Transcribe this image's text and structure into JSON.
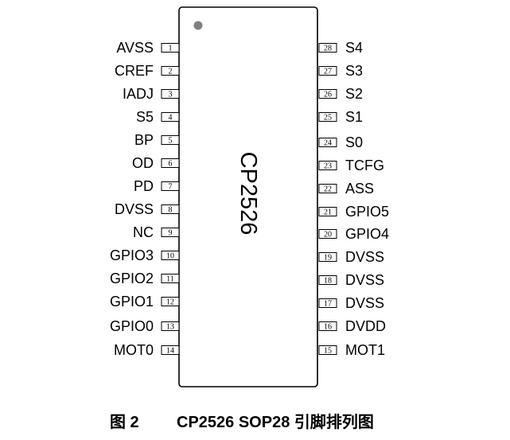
{
  "chip": {
    "name": "CP2526",
    "pins": [
      {
        "num": "1",
        "name": "AVSS"
      },
      {
        "num": "2",
        "name": "CREF"
      },
      {
        "num": "3",
        "name": "IADJ"
      },
      {
        "num": "4",
        "name": "S5"
      },
      {
        "num": "5",
        "name": "BP"
      },
      {
        "num": "6",
        "name": "OD"
      },
      {
        "num": "7",
        "name": "PD"
      },
      {
        "num": "8",
        "name": "DVSS"
      },
      {
        "num": "9",
        "name": "NC"
      },
      {
        "num": "10",
        "name": "GPIO3"
      },
      {
        "num": "11",
        "name": "GPIO2"
      },
      {
        "num": "12",
        "name": "GPIO1"
      },
      {
        "num": "13",
        "name": "GPIO0"
      },
      {
        "num": "14",
        "name": "MOT0"
      },
      {
        "num": "15",
        "name": "MOT1"
      },
      {
        "num": "16",
        "name": "DVDD"
      },
      {
        "num": "17",
        "name": "DVSS"
      },
      {
        "num": "18",
        "name": "DVSS"
      },
      {
        "num": "19",
        "name": "DVSS"
      },
      {
        "num": "20",
        "name": "GPIO4"
      },
      {
        "num": "21",
        "name": "GPIO5"
      },
      {
        "num": "22",
        "name": "ASS"
      },
      {
        "num": "23",
        "name": "TCFG"
      },
      {
        "num": "24",
        "name": "S0"
      },
      {
        "num": "25",
        "name": "S1"
      },
      {
        "num": "26",
        "name": "S2"
      },
      {
        "num": "27",
        "name": "S3"
      },
      {
        "num": "28",
        "name": "S4"
      }
    ]
  },
  "caption": {
    "figure_number": "图 2",
    "title": "CP2526 SOP28 引脚排列图"
  }
}
